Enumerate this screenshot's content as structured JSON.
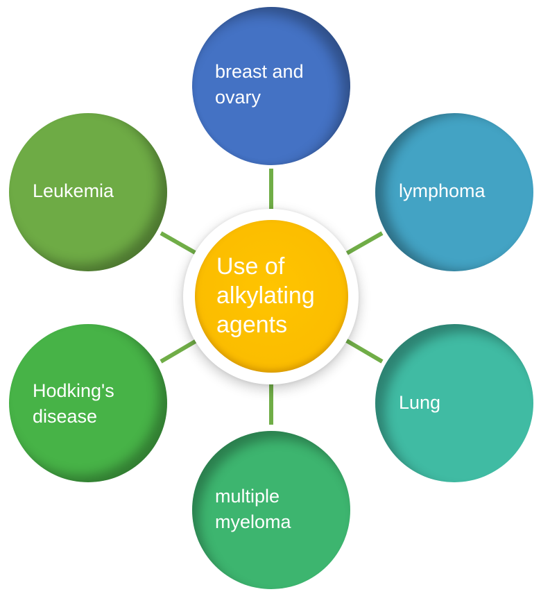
{
  "diagram": {
    "type": "hub-and-spoke",
    "center": {
      "label": "Use of\nalkylating\nagents",
      "color": "#FFC000"
    },
    "connector_color": "#70AD47",
    "nodes": [
      {
        "id": "breast-and-ovary",
        "label": "breast and\novary",
        "color": "#4472C4",
        "position": "top"
      },
      {
        "id": "lymphoma",
        "label": "lymphoma",
        "color": "#43A3C4",
        "position": "upper-right"
      },
      {
        "id": "lung",
        "label": "Lung",
        "color": "#40BBA3",
        "position": "lower-right"
      },
      {
        "id": "multiple-myeloma",
        "label": "multiple\nmyeloma",
        "color": "#3DB56F",
        "position": "bottom"
      },
      {
        "id": "hodkings-disease",
        "label": "Hodking's\ndisease",
        "color": "#47B347",
        "position": "lower-left"
      },
      {
        "id": "leukemia",
        "label": "Leukemia",
        "color": "#6EAB45",
        "position": "upper-left"
      }
    ]
  }
}
